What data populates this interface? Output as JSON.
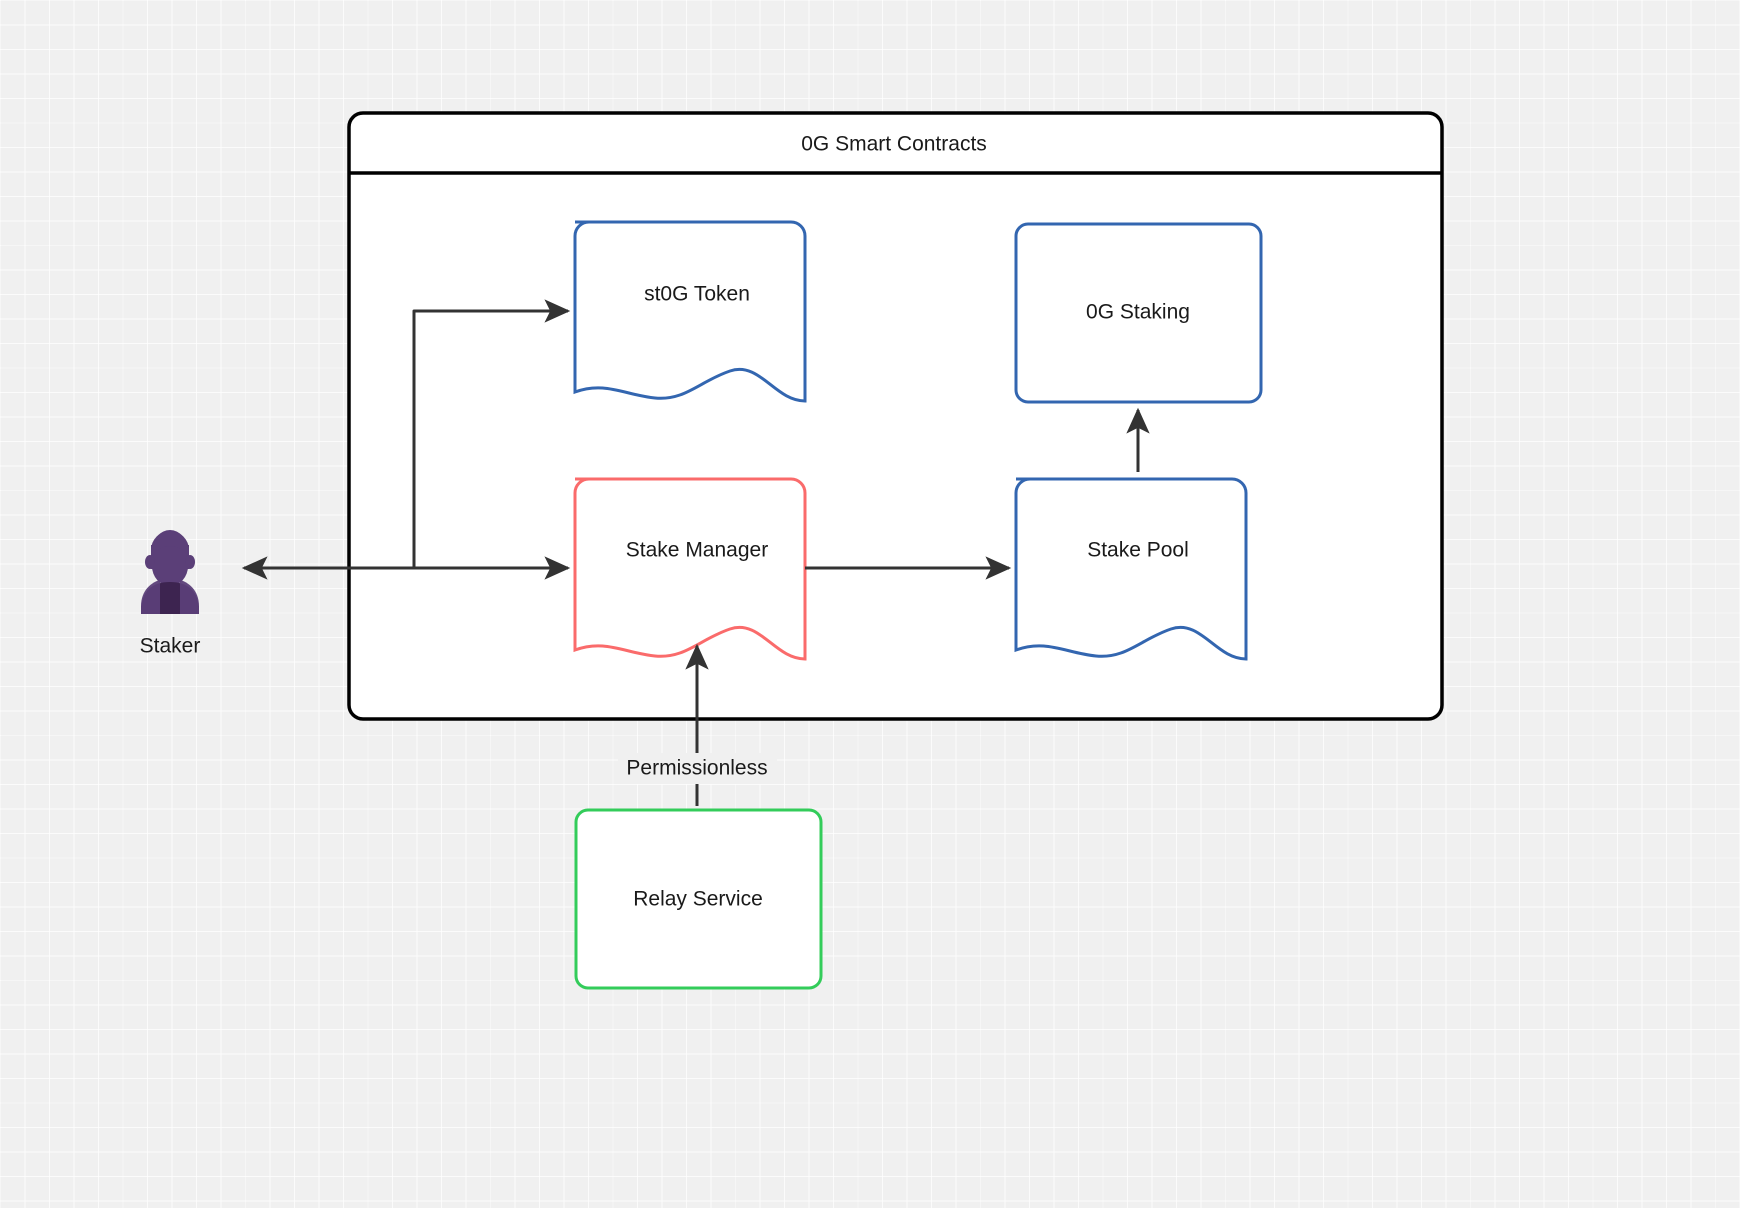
{
  "diagram": {
    "title": "0G Smart Contracts",
    "background_color": "#f0f0f0",
    "container": {
      "label": "0G Smart Contracts",
      "border_color": "#000000",
      "fill": "#ffffff"
    },
    "actor": {
      "label": "Staker",
      "icon": "user-icon",
      "color": "#5b3f78"
    },
    "nodes": [
      {
        "id": "st0g-token",
        "label": "st0G Token",
        "shape": "document",
        "border_color": "#3366b0",
        "fill": "#ffffff"
      },
      {
        "id": "0g-staking",
        "label": "0G Staking",
        "shape": "rounded-rect",
        "border_color": "#3366b0",
        "fill": "#ffffff"
      },
      {
        "id": "stake-manager",
        "label": "Stake Manager",
        "shape": "document",
        "border_color": "#fa6b6b",
        "fill": "#ffffff"
      },
      {
        "id": "stake-pool",
        "label": "Stake Pool",
        "shape": "document",
        "border_color": "#3366b0",
        "fill": "#ffffff"
      },
      {
        "id": "relay-service",
        "label": "Relay Service",
        "shape": "rounded-rect",
        "border_color": "#33cc5a",
        "fill": "#ffffff"
      }
    ],
    "edges": [
      {
        "id": "staker-to-stake-manager",
        "from": "Staker",
        "to": "Stake Manager",
        "label": "",
        "arrow": "both"
      },
      {
        "id": "stake-manager-to-st0g-token",
        "from": "Stake Manager",
        "to": "st0G Token",
        "label": "",
        "arrow": "end"
      },
      {
        "id": "stake-manager-to-stake-pool",
        "from": "Stake Manager",
        "to": "Stake Pool",
        "label": "",
        "arrow": "end"
      },
      {
        "id": "stake-pool-to-0g-staking",
        "from": "Stake Pool",
        "to": "0G Staking",
        "label": "",
        "arrow": "end"
      },
      {
        "id": "relay-service-to-stake-manager",
        "from": "Relay Service",
        "to": "Stake Manager",
        "label": "Permissionless",
        "arrow": "end"
      }
    ],
    "edge_labels": {
      "permissionless": "Permissionless"
    },
    "line_color": "#333333"
  }
}
